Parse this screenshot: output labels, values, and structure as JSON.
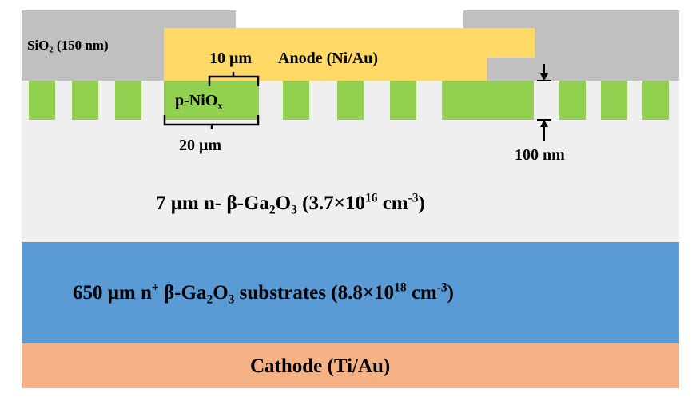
{
  "colors": {
    "oxide": "#c0c0c0",
    "anode": "#ffd966",
    "nio": "#92d050",
    "drift": "#efefef",
    "substrate": "#5b9bd5",
    "cathode": "#f4b183"
  },
  "labels": {
    "sio2": {
      "pre": "SiO",
      "sub": "2",
      "post": " (150 nm)"
    },
    "anode_width": "10 μm",
    "anode": "Anode (Ni/Au)",
    "nio": {
      "pre": "p-NiO",
      "sub": "x"
    },
    "nio_width": "20 μm",
    "depth": "100 nm",
    "drift": {
      "pre": "7 μm n- β-Ga",
      "sub1": "2",
      "mid": "O",
      "sub2": "3",
      "mid2": " (3.7×10",
      "sup1": "16",
      "mid3": " cm",
      "sup2": "-3",
      "post": ")"
    },
    "substrate": {
      "pre": "650 μm n",
      "sup0": "+",
      "mid0": " β-Ga",
      "sub1": "2",
      "mid": "O",
      "sub2": "3",
      "mid2": " substrates (8.8×10",
      "sup1": "18",
      "mid3": " cm",
      "sup2": "-3",
      "post": ")"
    },
    "cathode": "Cathode (Ti/Au)"
  }
}
